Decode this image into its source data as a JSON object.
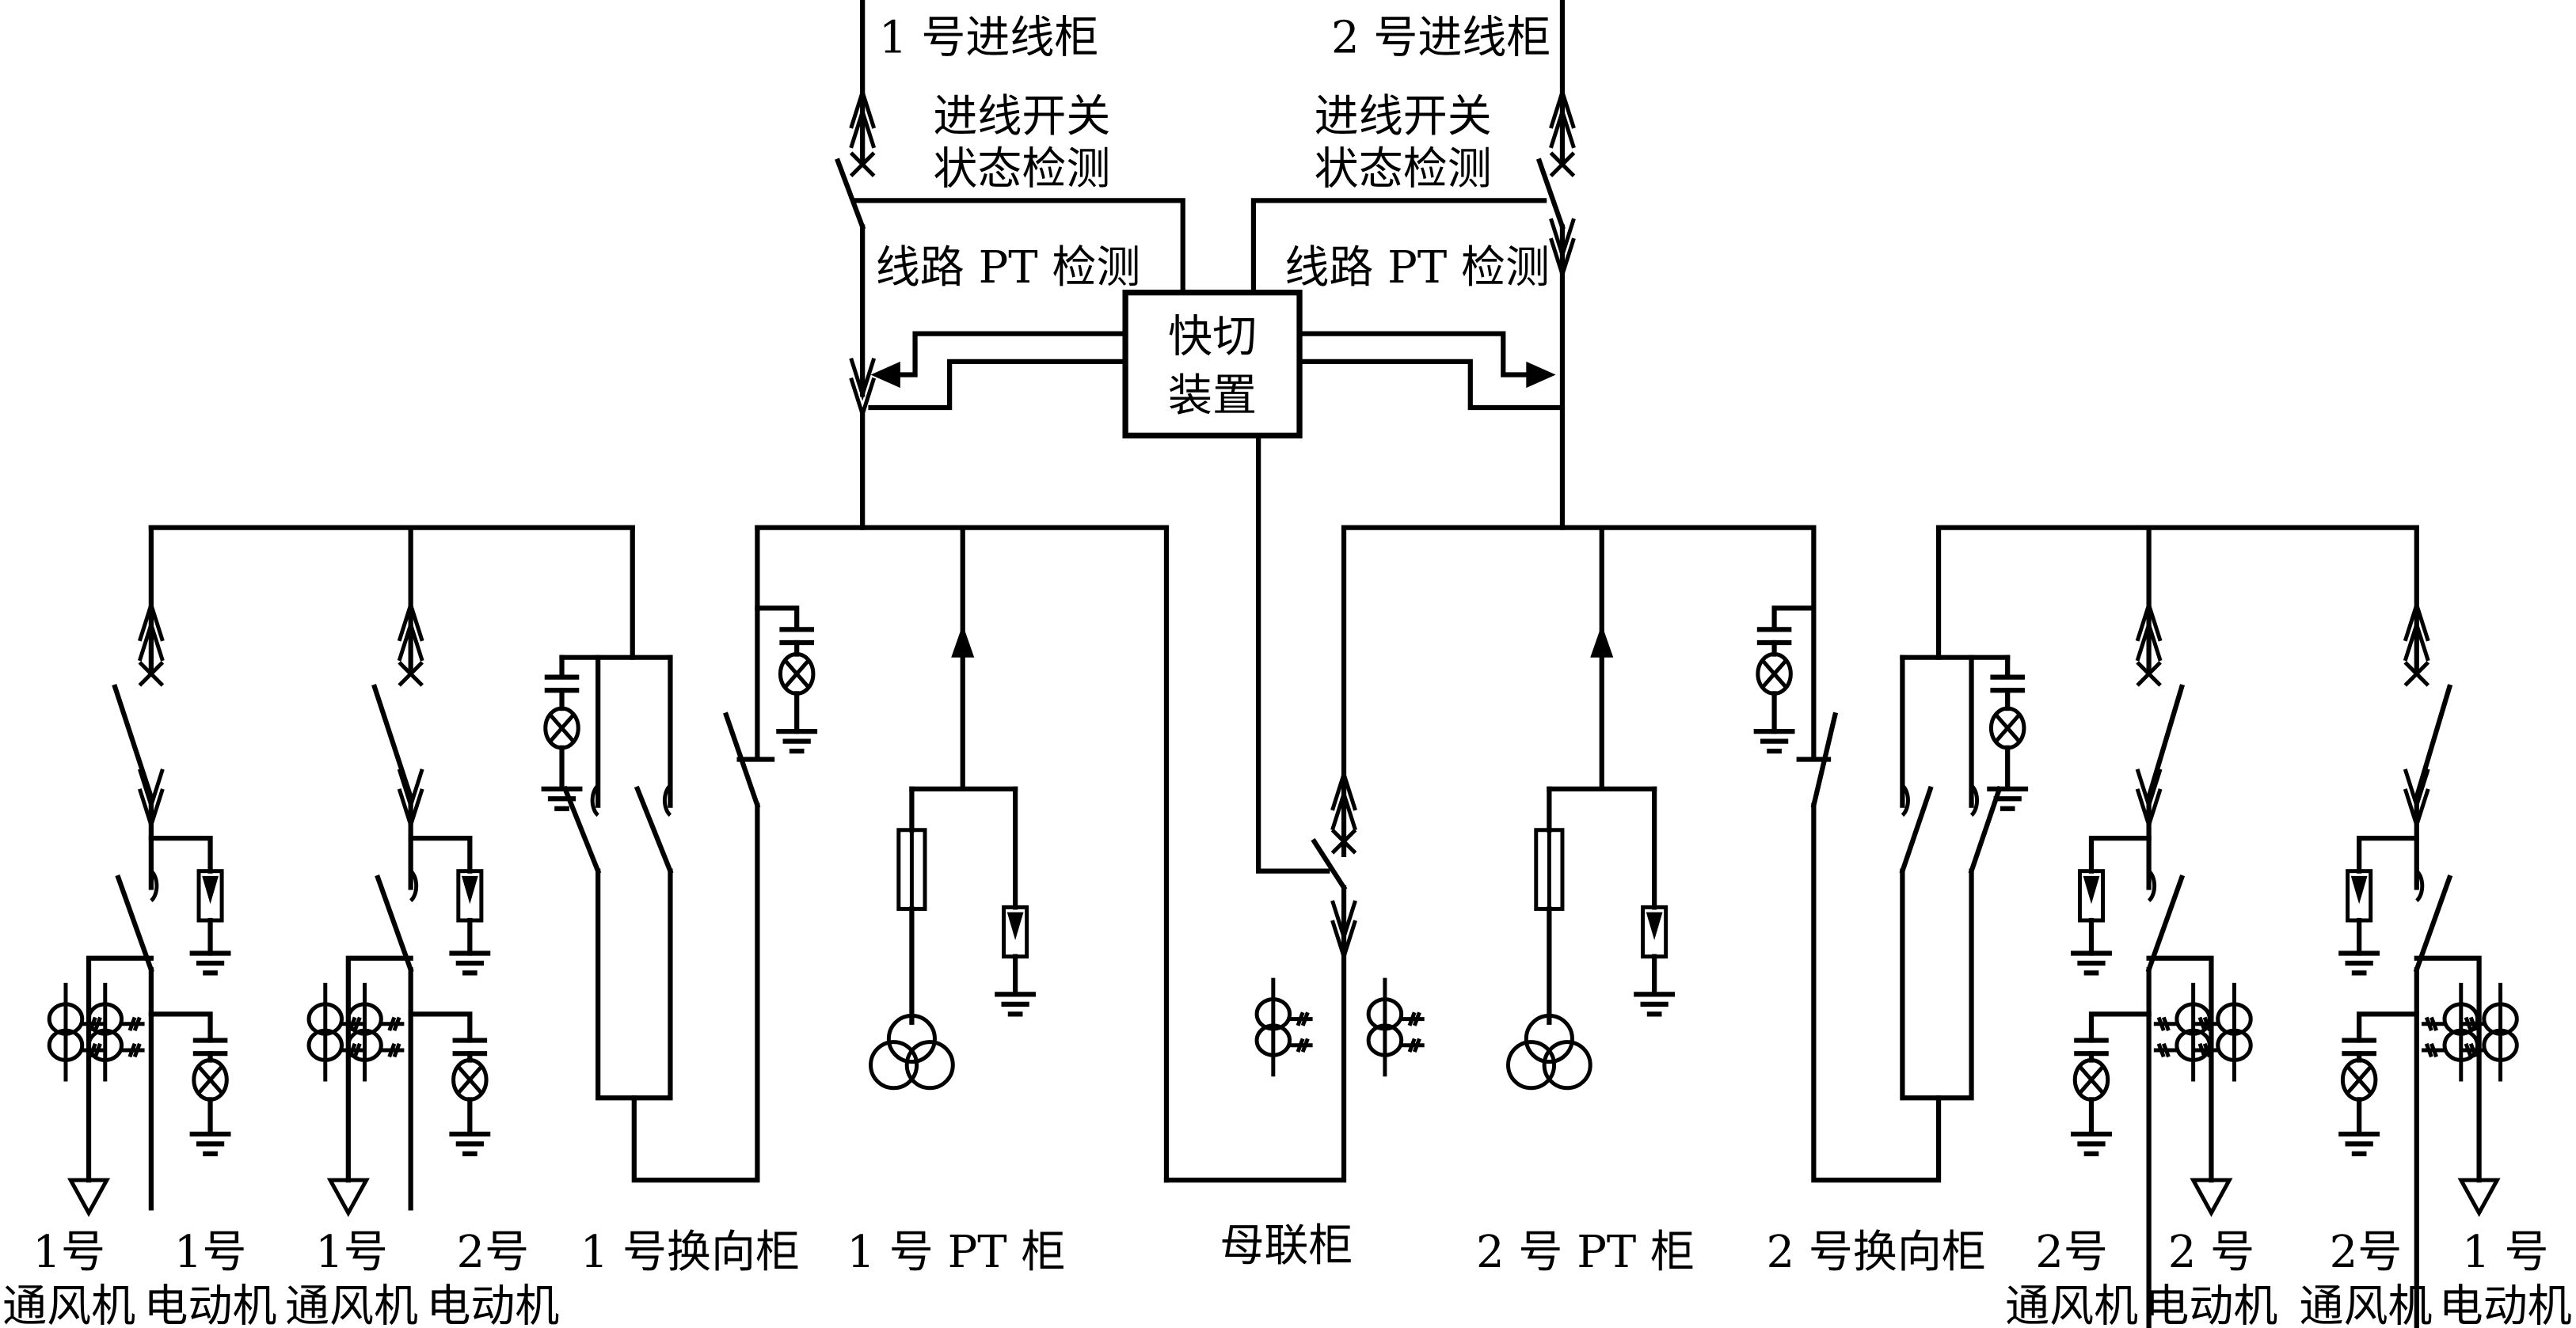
{
  "diagram": {
    "type": "single-line electrical diagram",
    "colors": {
      "line": "#000000",
      "background": "#ffffff"
    },
    "top_labels": {
      "incoming_1": "1 号进线柜",
      "incoming_2": "2 号进线柜",
      "switch_status_left_line1": "进线开关",
      "switch_status_left_line2": "状态检测",
      "switch_status_right_line1": "进线开关",
      "switch_status_right_line2": "状态检测",
      "line_pt_left": "线路 PT 检测",
      "line_pt_right": "线路 PT 检测"
    },
    "fast_switch": {
      "line1": "快切",
      "line2": "装置"
    },
    "bottom_labels": [
      {
        "id": "fan-1-left",
        "line1": "1号",
        "line2": "通风机"
      },
      {
        "id": "motor-1-left",
        "line1": "1号",
        "line2": "电动机"
      },
      {
        "id": "fan-1-left-b",
        "line1": "1号",
        "line2": "通风机"
      },
      {
        "id": "motor-2-left",
        "line1": "2号",
        "line2": "电动机"
      },
      {
        "id": "reversing-1",
        "line1": "1 号换向柜",
        "line2": ""
      },
      {
        "id": "pt-1",
        "line1": "1 号 PT 柜",
        "line2": ""
      },
      {
        "id": "bus-tie",
        "line1": "母联柜",
        "line2": ""
      },
      {
        "id": "pt-2",
        "line1": "2 号 PT 柜",
        "line2": ""
      },
      {
        "id": "reversing-2",
        "line1": "2 号换向柜",
        "line2": ""
      },
      {
        "id": "fan-2-right",
        "line1": "2号",
        "line2": "通风机"
      },
      {
        "id": "motor-2-right",
        "line1": "2 号",
        "line2": "电动机"
      },
      {
        "id": "fan-2-right-b",
        "line1": "2号",
        "line2": "通风机"
      },
      {
        "id": "motor-1-right",
        "line1": "1 号",
        "line2": "电动机"
      }
    ]
  }
}
